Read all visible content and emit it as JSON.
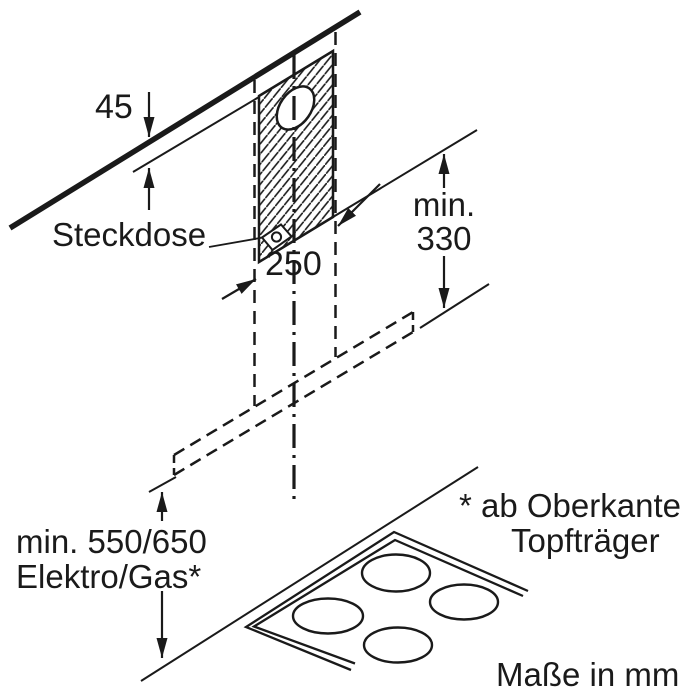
{
  "diagram": {
    "dimensions": {
      "ceiling_offset": "45",
      "mount_width": "250",
      "min_top_line1": "min.",
      "min_top_line2": "330",
      "min_hob_line1": "min. 550/650",
      "min_hob_line2": "Elektro/Gas*"
    },
    "labels": {
      "socket": "Steckdose",
      "footnote_line1": "* ab Oberkante",
      "footnote_line2": "Topfträger",
      "units": "Maße in mm"
    },
    "colors": {
      "ink": "#1a1a1a",
      "background": "#ffffff"
    }
  }
}
